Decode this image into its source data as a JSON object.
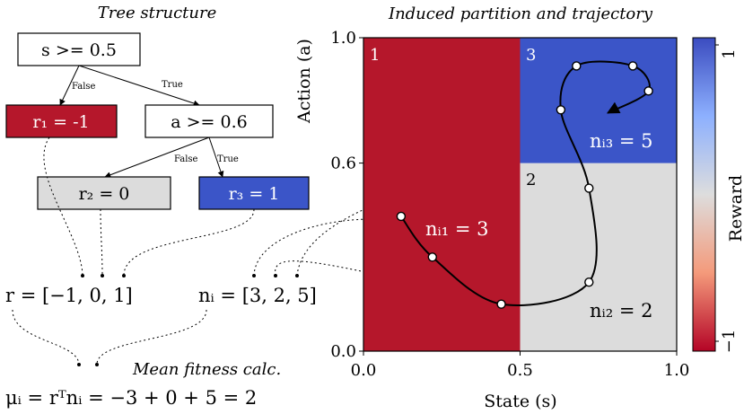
{
  "left_panel": {
    "title": "Tree structure",
    "nodes": {
      "root": "s >= 0.5",
      "r1": "r₁ = -1",
      "inner": "a >= 0.6",
      "r2": "r₂ = 0",
      "r3": "r₃ = 1"
    },
    "edges": {
      "root_false": "False",
      "root_true": "True",
      "inner_false": "False",
      "inner_true": "True"
    },
    "r_vector": "r = [−1, 0, 1]",
    "n_vector": "nᵢ = [3, 2, 5]",
    "mean_title": "Mean fitness calc.",
    "mean_formula": "μᵢ = rᵀnᵢ = −3 + 0 + 5 = 2"
  },
  "right_panel": {
    "title": "Induced partition and trajectory",
    "region_labels": [
      "1",
      "2",
      "3"
    ],
    "count_labels": {
      "n1": "nᵢ₁ = 3",
      "n2": "nᵢ₂ = 2",
      "n3": "nᵢ₃ = 5"
    },
    "colorbar": {
      "label": "Reward",
      "ticks": [
        "1",
        "−1"
      ],
      "range": [
        -1,
        1
      ]
    },
    "colors": {
      "reward_high": "#3b55c8",
      "reward_low": "#b5172b",
      "reward_mid": "#dcdcdc"
    }
  },
  "chart_data": {
    "type": "scatter",
    "xlabel": "State (s)",
    "ylabel": "Action (a)",
    "xlim": [
      0.0,
      1.0
    ],
    "ylim": [
      0.0,
      1.0
    ],
    "x_ticks": [
      "0.0",
      "0.5",
      "1.0"
    ],
    "y_ticks": [
      "0.0",
      "0.6",
      "1.0"
    ],
    "regions": [
      {
        "label": "1",
        "x": [
          0.0,
          0.5
        ],
        "y": [
          0.0,
          1.0
        ],
        "reward": -1
      },
      {
        "label": "2",
        "x": [
          0.5,
          1.0
        ],
        "y": [
          0.0,
          0.6
        ],
        "reward": 0
      },
      {
        "label": "3",
        "x": [
          0.5,
          1.0
        ],
        "y": [
          0.6,
          1.0
        ],
        "reward": 1
      }
    ],
    "trajectory": [
      {
        "x": 0.12,
        "y": 0.43
      },
      {
        "x": 0.22,
        "y": 0.3
      },
      {
        "x": 0.44,
        "y": 0.15
      },
      {
        "x": 0.72,
        "y": 0.22
      },
      {
        "x": 0.72,
        "y": 0.52
      },
      {
        "x": 0.63,
        "y": 0.77
      },
      {
        "x": 0.68,
        "y": 0.91
      },
      {
        "x": 0.86,
        "y": 0.91
      },
      {
        "x": 0.91,
        "y": 0.83
      },
      {
        "x": 0.78,
        "y": 0.76
      }
    ]
  }
}
